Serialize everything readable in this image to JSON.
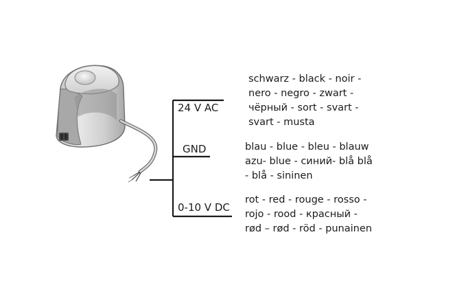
{
  "wires": [
    {
      "label": "24 V AC",
      "colors": [
        "schwarz - black - noir -",
        "nero - negro - zwart -",
        "чёрный  - sort - svart -",
        "svart - musta"
      ]
    },
    {
      "label": "GND",
      "colors": [
        "blau - blue - bleu - blauw",
        "azu- blue - синий- blå blå",
        "- blå - sininen"
      ]
    },
    {
      "label": "0-10 V DC",
      "colors": [
        "rot - red - rouge - rosso -",
        "rojo - rood - красный -",
        "rød – rød - röd - punainen"
      ]
    }
  ]
}
